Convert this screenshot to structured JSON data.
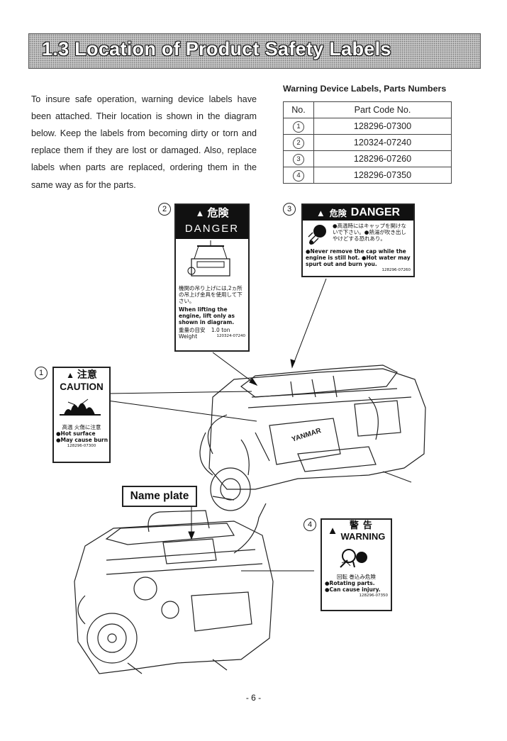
{
  "header": {
    "title": "1.3 Location of Product Safety Labels"
  },
  "intro": "To insure safe operation, warning device labels have been attached.  Their location is shown in the diagram below.  Keep the labels from becoming dirty or torn and replace them if they are lost or damaged. Also, replace labels when parts are replaced, ordering them in the same way as for the parts.",
  "parts_table": {
    "caption": "Warning Device Labels, Parts Numbers",
    "col_no": "No.",
    "col_code": "Part Code No.",
    "rows": [
      {
        "no": "1",
        "code": "128296-07300"
      },
      {
        "no": "2",
        "code": "120324-07240"
      },
      {
        "no": "3",
        "code": "128296-07260"
      },
      {
        "no": "4",
        "code": "128296-07350"
      }
    ]
  },
  "markers": {
    "m1": "1",
    "m2": "2",
    "m3": "3",
    "m4": "4"
  },
  "label2": {
    "jp_title": "危険",
    "en_title": "DANGER",
    "jp_text": "機関の吊り上げには,2ヵ所の吊上げ金具を使用して下さい。",
    "en_text": "When lifting the engine, lift only as shown in diagram.",
    "weight_jp": "重量の目安",
    "weight_val": "1.0 ton",
    "weight_en": "Weight",
    "code": "120324-07240"
  },
  "label3": {
    "jp_title": "危険",
    "en_title": "DANGER",
    "jp_text": "●高温時にはキャップを開けないで下さい。●熱湯が吹き出しやけどする恐れあり。",
    "en_text": "●Never remove the cap while the engine is still hot.  ●Hot water may spurt out and burn you.",
    "code": "128296-07260"
  },
  "label1": {
    "jp_title": "注意",
    "en_title": "CAUTION",
    "jp_text": "高温 火傷に注意",
    "en_text_1": "●Hot surface",
    "en_text_2": "●May cause burn",
    "code": "128296-07300"
  },
  "label4": {
    "jp_title": "警告",
    "en_title": "WARNING",
    "jp_text": "回転 巻込み危険",
    "en_text_1": "●Rotating parts.",
    "en_text_2": "●Can cause injury.",
    "code": "128296-07350"
  },
  "engine_brand": "YANMAR",
  "nameplate": "Name plate",
  "page_number": "- 6 -"
}
